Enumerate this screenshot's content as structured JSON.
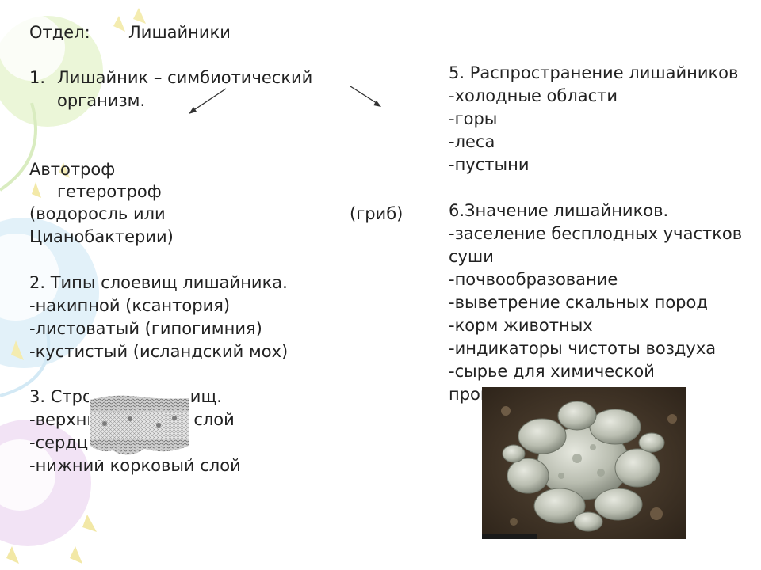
{
  "title": {
    "label": "Отдел:",
    "value": "Лишайники"
  },
  "left": {
    "s1_num": "1.",
    "s1_line1": "Лишайник – симбиотический",
    "s1_line2": "организм.",
    "autotroph": "Автотроф",
    "heterotroph": "гетеротроф",
    "algae": "(водоросль или",
    "fungus": "(гриб)",
    "cyano": "Цианобактерии)",
    "s2_title": "2. Типы слоевищ лишайника.",
    "s2_items": [
      "-накипной (ксантория)",
      "-листоватый (гипогимния)",
      "-кустистый (исландский мох)"
    ],
    "s3_title": "3. Строение слоевищ.",
    "s3_items": [
      "-верхний коровый слой",
      "-сердцевина",
      "-нижний корковый слой"
    ]
  },
  "right": {
    "s5_title": "5. Распространение лишайников",
    "s5_items": [
      "-холодные области",
      "-горы",
      "-леса",
      "-пустыни"
    ],
    "s6_title": "6.Значение лишайников.",
    "s6_items": [
      "-заселение бесплодных участков",
      "суши",
      "-почвообразование",
      "-выветрение скальных пород",
      "-корм животных",
      "-индикаторы чистоты воздуха",
      "-сырье для химической",
      "промышленности"
    ]
  },
  "colors": {
    "text": "#222222",
    "accent_green": "#c8e6a0",
    "accent_blue": "#bfe3f2",
    "accent_purple": "#e4c6ec"
  }
}
